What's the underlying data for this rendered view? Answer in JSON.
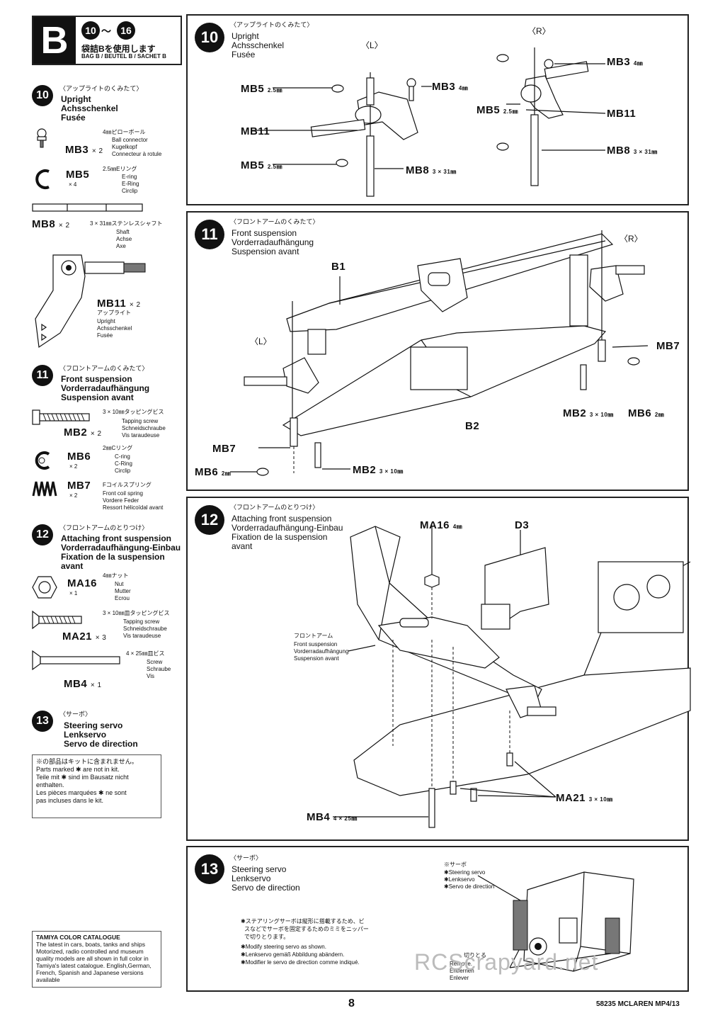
{
  "header": {
    "bag_letter": "B",
    "step_range_from": "10",
    "step_range_sep": "〜",
    "step_range_to": "16",
    "bag_use_jp": "袋詰Bを使用します",
    "bag_use_multi": "BAG B / BEUTEL B / SACHET B"
  },
  "sidebar": {
    "step10": {
      "num": "10",
      "jp": "〈アップライトのくみたて〉",
      "en": "Upright",
      "de": "Achsschenkel",
      "fr": "Fusée"
    },
    "mb3": {
      "size_jp": "4㎜ピローボール",
      "l1": "Ball connector",
      "l2": "Kugelkopf",
      "l3": "Connecteur à rotule",
      "code": "MB3",
      "mult": "× 2"
    },
    "mb5": {
      "size_jp": "2.5㎜Eリング",
      "l1": "E-ring",
      "l2": "E-Ring",
      "l3": "Circlip",
      "code": "MB5",
      "mult": "× 4"
    },
    "mb8": {
      "size_jp": "3 × 31㎜ステンレスシャフト",
      "l1": "Shaft",
      "l2": "Achse",
      "l3": "Axe",
      "code": "MB8",
      "mult": "× 2"
    },
    "mb11": {
      "code": "MB11",
      "mult": "× 2",
      "jp": "アップライト",
      "l1": "Upright",
      "l2": "Achsschenkel",
      "l3": "Fusée"
    },
    "step11": {
      "num": "11",
      "jp": "〈フロントアームのくみたて〉",
      "en": "Front suspension",
      "de": "Vorderradaufhängung",
      "fr": "Suspension avant"
    },
    "mb2": {
      "size_jp": "3 × 10㎜タッピングビス",
      "l1": "Tapping screw",
      "l2": "Schneidschraube",
      "l3": "Vis taraudeuse",
      "code": "MB2",
      "mult": "× 2"
    },
    "mb6": {
      "size_jp": "2㎜Cリング",
      "l1": "C-ring",
      "l2": "C-Ring",
      "l3": "Circlip",
      "code": "MB6",
      "mult": "× 2"
    },
    "mb7": {
      "size_jp": "Fコイルスプリング",
      "l1": "Front coil spring",
      "l2": "Vordere Feder",
      "l3": "Ressort hélicoïdal avant",
      "code": "MB7",
      "mult": "× 2"
    },
    "step12": {
      "num": "12",
      "jp": "〈フロントアームのとりつけ〉",
      "en": "Attaching front suspension",
      "de": "Vorderradaufhängung-Einbau",
      "fr1": "Fixation de la suspension",
      "fr2": "avant"
    },
    "ma16": {
      "size_jp": "4㎜ナット",
      "l1": "Nut",
      "l2": "Mutter",
      "l3": "Ecrou",
      "code": "MA16",
      "mult": "× 1"
    },
    "ma21": {
      "size_jp": "3 × 10㎜皿タッピングビス",
      "l1": "Tapping screw",
      "l2": "Schneidschraube",
      "l3": "Vis taraudeuse",
      "code": "MA21",
      "mult": "× 3"
    },
    "mb4": {
      "size_jp": "4 × 25㎜皿ビス",
      "l1": "Screw",
      "l2": "Schraube",
      "l3": "Vis",
      "code": "MB4",
      "mult": "× 1"
    },
    "step13": {
      "num": "13",
      "jp": "〈サーボ〉",
      "en": "Steering servo",
      "de": "Lenkservo",
      "fr": "Servo de direction"
    },
    "note": {
      "jp": "※の部品はキットに含まれません。",
      "en1": "Parts marked ✱ are not in kit.",
      "de1": "Teile mit ✱ sind im Bausatz nicht",
      "de2": "enthalten.",
      "fr1": "Les pièces marquées ✱ ne sont",
      "fr2": "pas incluses dans le kit."
    },
    "catalogue": {
      "title": "TAMIYA COLOR CATALOGUE",
      "body": "The latest in cars, boats, tanks and ships Motorized, radio controlled and museum quality models are all shown in full color in Tamiya's latest catalogue. English,German, French, Spanish and Japanese versions available"
    }
  },
  "panel10": {
    "num": "10",
    "jp": "〈アップライトのくみたて〉",
    "en": "Upright",
    "de": "Achsschenkel",
    "fr": "Fusée",
    "left_tag": "〈L〉",
    "right_tag": "〈R〉",
    "labels": {
      "mb5a": "MB5",
      "mb5a_size": "2.5㎜",
      "mb3a": "MB3",
      "mb3a_size": "4㎜",
      "mb11a": "MB11",
      "mb5b": "MB5",
      "mb5b_size": "2.5㎜",
      "mb8a": "MB8",
      "mb8a_size": "3 × 31㎜",
      "mb3b": "MB3",
      "mb3b_size": "4㎜",
      "mb5c": "MB5",
      "mb5c_size": "2.5㎜",
      "mb11b": "MB11",
      "mb8b": "MB8",
      "mb8b_size": "3 × 31㎜"
    }
  },
  "panel11": {
    "num": "11",
    "jp": "〈フロントアームのくみたて〉",
    "en": "Front suspension",
    "de": "Vorderradaufhängung",
    "fr": "Suspension avant",
    "left_tag": "〈L〉",
    "right_tag": "〈R〉",
    "labels": {
      "b1": "B1",
      "b2": "B2",
      "mb7r": "MB7",
      "mb2r": "MB2",
      "mb2r_size": "3 × 10㎜",
      "mb6r": "MB6",
      "mb6r_size": "2㎜",
      "mb7l": "MB7",
      "mb6l": "MB6",
      "mb6l_size": "2㎜",
      "mb2l": "MB2",
      "mb2l_size": "3 × 10㎜"
    }
  },
  "panel12": {
    "num": "12",
    "jp": "〈フロントアームのとりつけ〉",
    "en": "Attaching front suspension",
    "de": "Vorderradaufhängung-Einbau",
    "fr1": "Fixation de la suspension",
    "fr2": "avant",
    "labels": {
      "ma16": "MA16",
      "ma16_size": "4㎜",
      "d3": "D3",
      "arm_jp": "フロントアーム",
      "arm_en": "Front suspension",
      "arm_de": "Vorderradaufhängung",
      "arm_fr": "Suspension avant",
      "ma21": "MA21",
      "ma21_size": "3 × 10㎜",
      "mb4": "MB4",
      "mb4_size": "4 × 25㎜"
    }
  },
  "panel13": {
    "num": "13",
    "jp": "〈サーボ〉",
    "en": "Steering servo",
    "de": "Lenkservo",
    "fr": "Servo de direction",
    "servo_jp": "※サーボ",
    "servo_en": "✱Steering servo",
    "servo_de": "✱Lenkservo",
    "servo_fr": "✱Servo de direction",
    "modify_jp1": "✱ステアリングサーボは縦形に搭載するため、ビ",
    "modify_jp2": "スなどでサーボを固定するためのミミをニッパー",
    "modify_jp3": "で切りとります。",
    "modify_en": "✱Modify steering servo as shown.",
    "modify_de": "✱Lenkservo gemäß Abbildung abändern.",
    "modify_fr": "✱Modifier le servo de direction comme indiqué.",
    "remove_jp": "切りとる",
    "remove_en": "Remove.",
    "remove_de": "Entfernen",
    "remove_fr": "Enlever"
  },
  "footer": {
    "page": "8",
    "model": "58235 MCLAREN MP4/13",
    "watermark": "RCScrapyard.net"
  }
}
